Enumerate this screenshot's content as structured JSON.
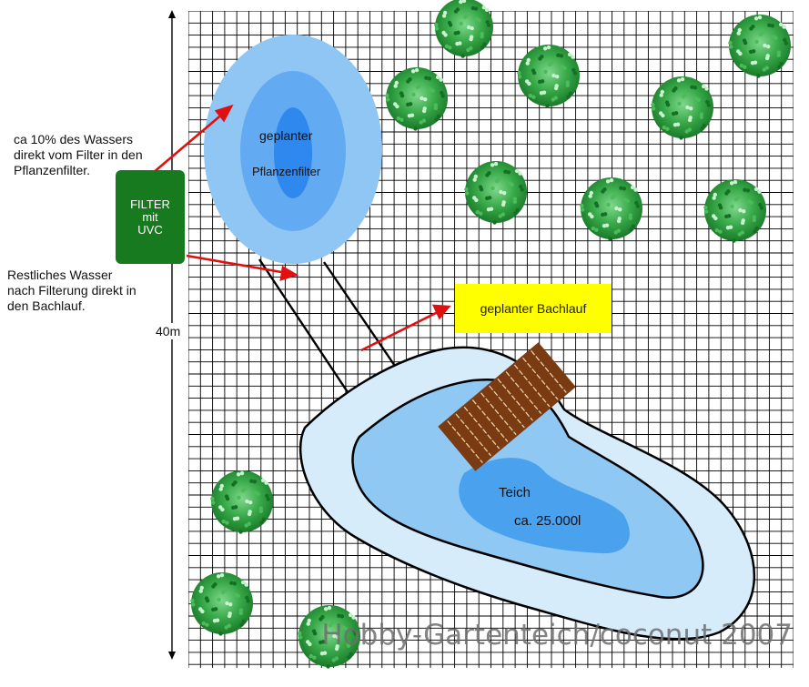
{
  "labels": {
    "water_split_note": [
      "ca 10% des Wassers",
      "direkt vom Filter in den",
      "Pflanzenfilter."
    ],
    "filter_box": [
      "FILTER",
      "mit",
      "UVC"
    ],
    "rest_water_note": [
      "Restliches Wasser",
      "nach Filterung direkt in",
      "den Bachlauf."
    ],
    "dimension": "40m",
    "plant_filter_title": "geplanter",
    "plant_filter_name": "Pflanzenfilter",
    "stream": "geplanter Bachlauf",
    "pond_title": "Teich",
    "pond_volume": "ca. 25.000l",
    "watermark": "Hobby-Gartenteich/coconut 2007"
  },
  "colors": {
    "grid": "#000000",
    "filter_box": "#187a1f",
    "stream_label_bg": "#ffff00",
    "arrow": "#e01010",
    "plant_filter_outer": "#8fc6f4",
    "plant_filter_mid": "#62aaf2",
    "plant_filter_core": "#2f88ee",
    "pond_outer": "#d6ecfb",
    "pond_mid": "#90c8f4",
    "pond_core": "#4aa2ee",
    "deck": "#7a3b12",
    "shrub": "#2e9a3c"
  },
  "icons": [
    "shrub-icon",
    "wooden-deck-icon",
    "arrow-icon"
  ]
}
